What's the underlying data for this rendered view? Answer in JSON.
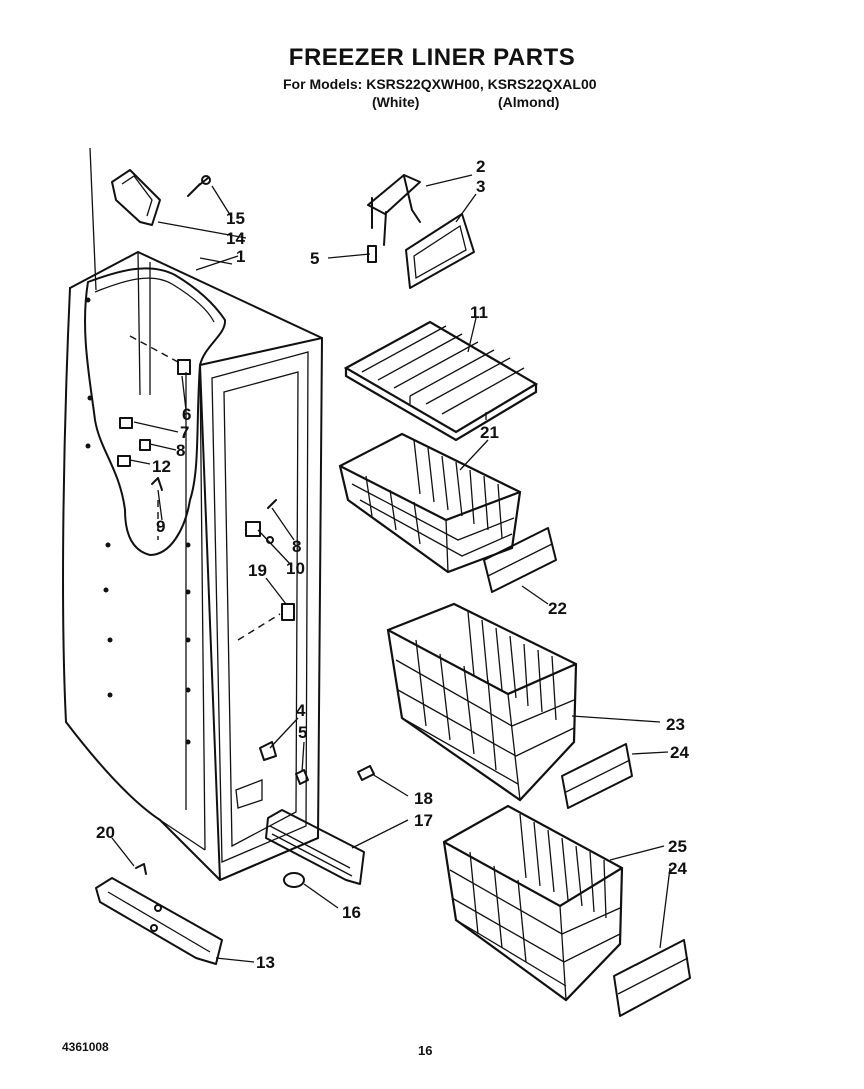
{
  "header": {
    "title": "FREEZER LINER PARTS",
    "models": "For Models: KSRS22QXWH00, KSRS22QXAL00",
    "color_white": "(White)",
    "color_almond": "(Almond)"
  },
  "footer": {
    "doc_number": "4361008",
    "page_number": "16"
  },
  "callouts": [
    {
      "id": "c1",
      "label": "1"
    },
    {
      "id": "c2",
      "label": "2"
    },
    {
      "id": "c3",
      "label": "3"
    },
    {
      "id": "c4",
      "label": "4"
    },
    {
      "id": "c5a",
      "label": "5"
    },
    {
      "id": "c5b",
      "label": "5"
    },
    {
      "id": "c6",
      "label": "6"
    },
    {
      "id": "c7",
      "label": "7"
    },
    {
      "id": "c8a",
      "label": "8"
    },
    {
      "id": "c8b",
      "label": "8"
    },
    {
      "id": "c9",
      "label": "9"
    },
    {
      "id": "c10",
      "label": "10"
    },
    {
      "id": "c11",
      "label": "11"
    },
    {
      "id": "c12",
      "label": "12"
    },
    {
      "id": "c13",
      "label": "13"
    },
    {
      "id": "c14",
      "label": "14"
    },
    {
      "id": "c15",
      "label": "15"
    },
    {
      "id": "c16",
      "label": "16"
    },
    {
      "id": "c17",
      "label": "17"
    },
    {
      "id": "c18",
      "label": "18"
    },
    {
      "id": "c19",
      "label": "19"
    },
    {
      "id": "c20",
      "label": "20"
    },
    {
      "id": "c21",
      "label": "21"
    },
    {
      "id": "c22",
      "label": "22"
    },
    {
      "id": "c23",
      "label": "23"
    },
    {
      "id": "c24a",
      "label": "24"
    },
    {
      "id": "c24b",
      "label": "24"
    },
    {
      "id": "c25",
      "label": "25"
    }
  ]
}
